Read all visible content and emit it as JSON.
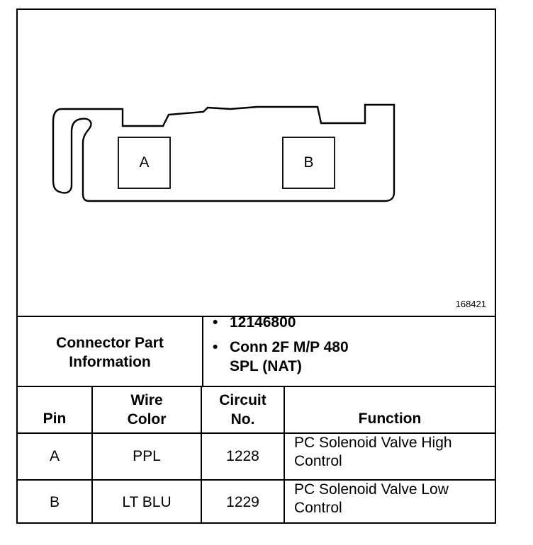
{
  "figure": {
    "id_label": "168421",
    "pins": [
      {
        "label": "A"
      },
      {
        "label": "B"
      }
    ]
  },
  "connector_info": {
    "label_line1": "Connector Part",
    "label_line2": "Information",
    "items": [
      {
        "bullet": "•",
        "text": "12146800"
      },
      {
        "bullet": "•",
        "text": "Conn 2F M/P 480",
        "text2": "SPL (NAT)"
      }
    ]
  },
  "table": {
    "headers": {
      "pin": "Pin",
      "wire_line1": "Wire",
      "wire_line2": "Color",
      "circuit_line1": "Circuit",
      "circuit_line2": "No.",
      "function": "Function"
    },
    "rows": [
      {
        "pin": "A",
        "wire": "PPL",
        "circuit": "1228",
        "function_line1": "PC Solenoid Valve High",
        "function_line2": "Control"
      },
      {
        "pin": "B",
        "wire": "LT BLU",
        "circuit": "1229",
        "function_line1": "PC Solenoid Valve Low",
        "function_line2": "Control"
      }
    ]
  }
}
